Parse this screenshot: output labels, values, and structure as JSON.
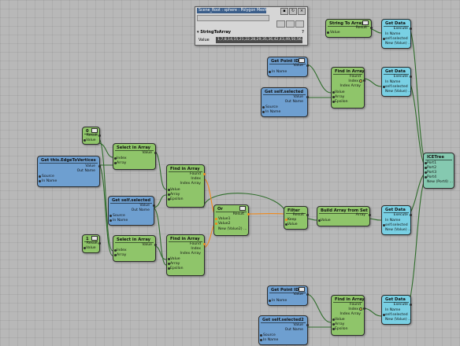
{
  "panel": {
    "title": "Scene_Root : sphere : Polygon Mesh : Wrin...",
    "section": "StringToArray",
    "help": "?",
    "value_label": "Value",
    "value": "1,7,8,14,15,21,22,28,29,35,36,42,43,49,50,56,57"
  },
  "nodes": {
    "string_to_array": {
      "title": "String To Array",
      "ports": [
        "Result",
        "Value"
      ]
    },
    "get_data_1": {
      "title": "Get Data",
      "ports": [
        "Execute",
        "In Name",
        "self.selected",
        "New (Value) ..."
      ]
    },
    "get_point_id_1": {
      "title": "Get Point ID",
      "ports": [
        "Value",
        "In Name"
      ]
    },
    "get_self_selected_1": {
      "title": "Get self.selected",
      "ports": [
        "Value",
        "Out Name",
        "Source",
        "In Name"
      ]
    },
    "find_in_array_1": {
      "title": "Find in Array",
      "ports": [
        "Found",
        "Index",
        "Index Array",
        "Value",
        "Array",
        "Epsilon"
      ]
    },
    "get_data_2": {
      "title": "Get Data",
      "ports": [
        "Execute",
        "In Name",
        "self.selected",
        "New (Value) ..."
      ]
    },
    "const_0": {
      "title": "0",
      "ports": [
        "Result",
        "Value"
      ]
    },
    "select_in_array_1": {
      "title": "Select in Array",
      "ports": [
        "Value",
        "Index",
        "Array"
      ]
    },
    "get_edge_to_vertices": {
      "title": "Get this.EdgeToVertices",
      "ports": [
        "Value",
        "Out Name",
        "Source",
        "In Name"
      ]
    },
    "find_in_array_2": {
      "title": "Find in Array",
      "ports": [
        "Found",
        "Index",
        "Index Array",
        "Value",
        "Array",
        "Epsilon"
      ]
    },
    "get_self_selected_2": {
      "title": "Get self.selected",
      "ports": [
        "Value",
        "Out Name",
        "Source",
        "In Name"
      ]
    },
    "const_1": {
      "title": "1",
      "ports": [
        "Result",
        "Value"
      ]
    },
    "select_in_array_2": {
      "title": "Select in Array",
      "ports": [
        "Value",
        "Index",
        "Array"
      ]
    },
    "find_in_array_3": {
      "title": "Find in Array",
      "ports": [
        "Found",
        "Index",
        "Index Array",
        "Value",
        "Array",
        "Epsilon"
      ]
    },
    "or_node": {
      "title": "Or",
      "ports": [
        "Result",
        "Value1",
        "Value2",
        "New (Value2) ..."
      ]
    },
    "filter": {
      "title": "Filter",
      "ports": [
        "Result",
        "Keep",
        "Value"
      ]
    },
    "build_array": {
      "title": "Build Array from Set",
      "ports": [
        "Array",
        "Value"
      ]
    },
    "get_data_3": {
      "title": "Get Data",
      "ports": [
        "Execute",
        "In Name",
        "self.selected",
        "New (Value) ..."
      ]
    },
    "ice_tree": {
      "title": "ICETree",
      "ports": [
        "Port1",
        "Port2",
        "Port3",
        "Port4",
        "New (Port4) ..."
      ]
    },
    "get_point_id_2": {
      "title": "Get Point ID",
      "ports": [
        "Value",
        "In Name"
      ]
    },
    "get_self_selected_3": {
      "title": "Get self.selected2",
      "ports": [
        "Value",
        "Out Name",
        "Source",
        "In Name"
      ]
    },
    "find_in_array_4": {
      "title": "Find in Array",
      "ports": [
        "Found",
        "Index",
        "Index Array",
        "Value",
        "Array",
        "Epsilon"
      ]
    },
    "get_data_4": {
      "title": "Get Data",
      "ports": [
        "Execute",
        "In Name",
        "self.selected",
        "New (Value) ..."
      ]
    }
  },
  "colors": {
    "canvas": "#b8b8b8",
    "compound_node": "#8fc56a",
    "getter_node": "#6e9fd0",
    "setter_node": "#79d0e4",
    "root_node": "#85c9b0",
    "wire": "#2f6d2b",
    "active_wire": "#f08a1c"
  }
}
